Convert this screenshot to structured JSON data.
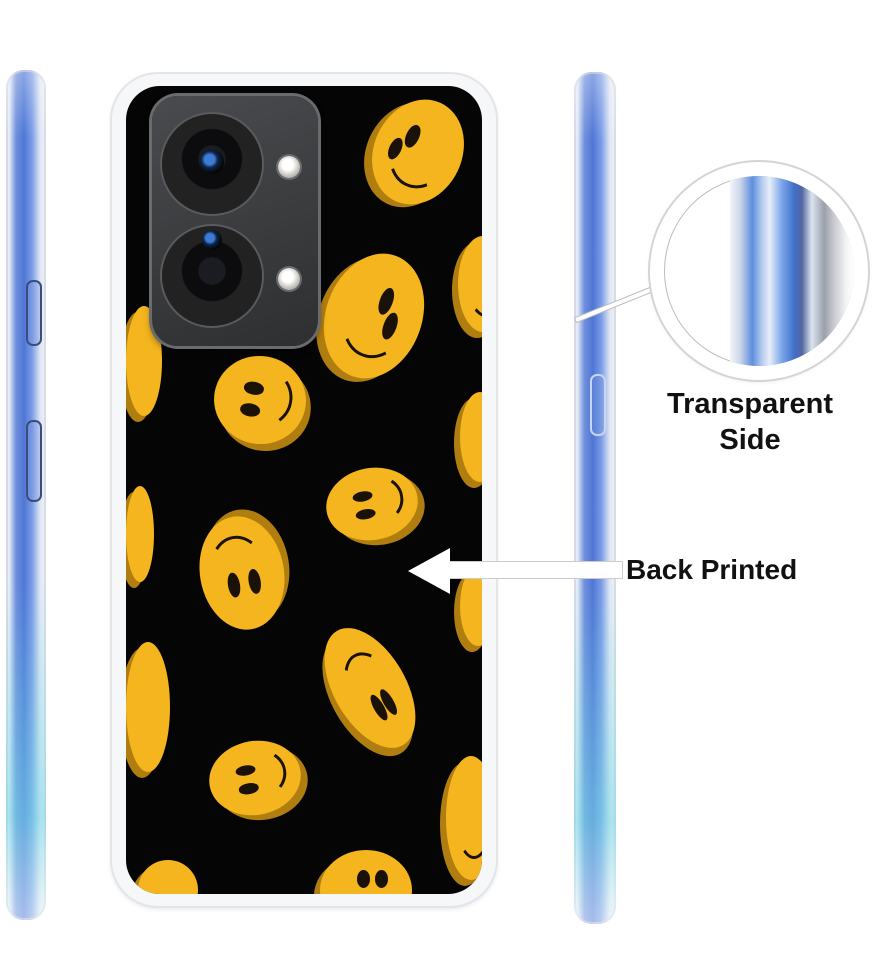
{
  "product": {
    "description": "Smiley face printed back cover with transparent sides",
    "print_theme": "yellow smiley faces on black",
    "colors": {
      "background": "#ffffff",
      "print_bg": "#050505",
      "smiley": "#f4b51e",
      "side_blue": "#4f76d6"
    }
  },
  "callouts": {
    "transparent_side": {
      "line1": "Transparent",
      "line2": "Side"
    },
    "back_printed": {
      "label": "Back Printed"
    }
  },
  "views": [
    {
      "name": "left-side-view"
    },
    {
      "name": "back-view"
    },
    {
      "name": "right-side-view"
    }
  ]
}
